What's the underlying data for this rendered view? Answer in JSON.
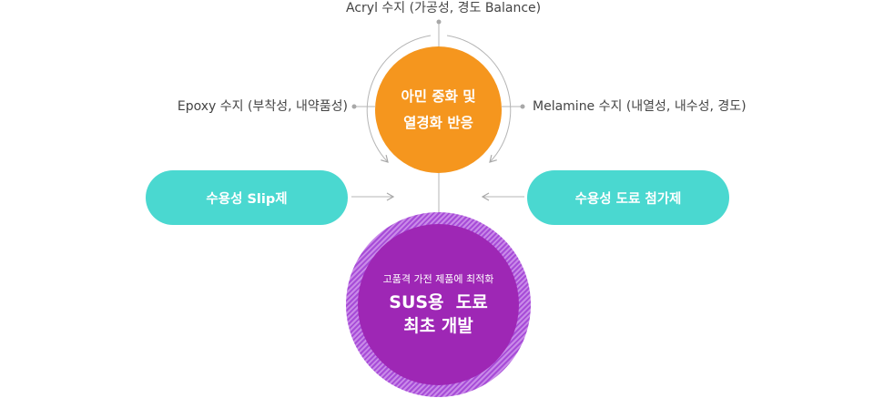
{
  "top_label": "Acryl 수지 (가공성, 경도 Balance)",
  "left_label": "Epoxy 수지 (부착성, 내약품성)",
  "right_label": "Melamine 수지 (내열성, 내수성, 경도)",
  "center_circle": {
    "line1": "아민 중화 및",
    "line2": "열경화 반응"
  },
  "left_pill": "수용성 Slip제",
  "right_pill": "수용성 도료 첨가제",
  "result_circle": {
    "subtitle": "고품격 가전 제품에 최적화",
    "line1": "SUS용  도료",
    "line2": "최초 개발"
  },
  "colors": {
    "orange": "#f5961e",
    "teal": "#4ad8d0",
    "purple": "#9e27b5",
    "connector": "#b5b5b5"
  }
}
